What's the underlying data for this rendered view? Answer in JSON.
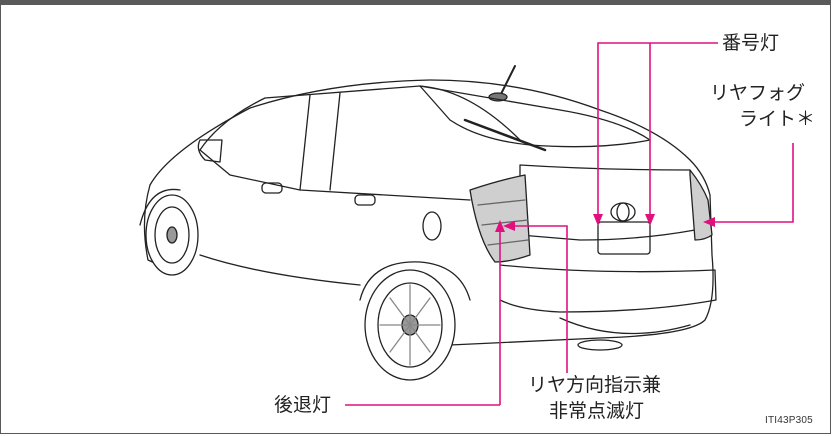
{
  "labels": {
    "license_plate_light": "番号灯",
    "rear_fog_light_line1": "リヤフォグ",
    "rear_fog_light_line2": "ライト＊",
    "back_up_light": "後退灯",
    "turn_signal_line1": "リヤ方向指示兼",
    "turn_signal_line2": "非常点滅灯"
  },
  "figure_code": "ITI43P305",
  "colors": {
    "leader": "#e0117f",
    "border": "#5a5a5a",
    "line_art": "#222222"
  }
}
